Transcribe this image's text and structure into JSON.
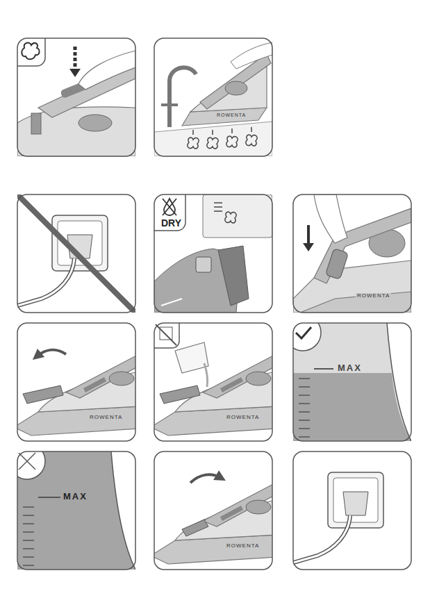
{
  "diagram": {
    "labels": [
      "ROWENTA",
      "DRY",
      "ROWENTA",
      "ROWENTA",
      "ROWENTA",
      "MAX",
      "MAX",
      "ROWENTA"
    ]
  }
}
